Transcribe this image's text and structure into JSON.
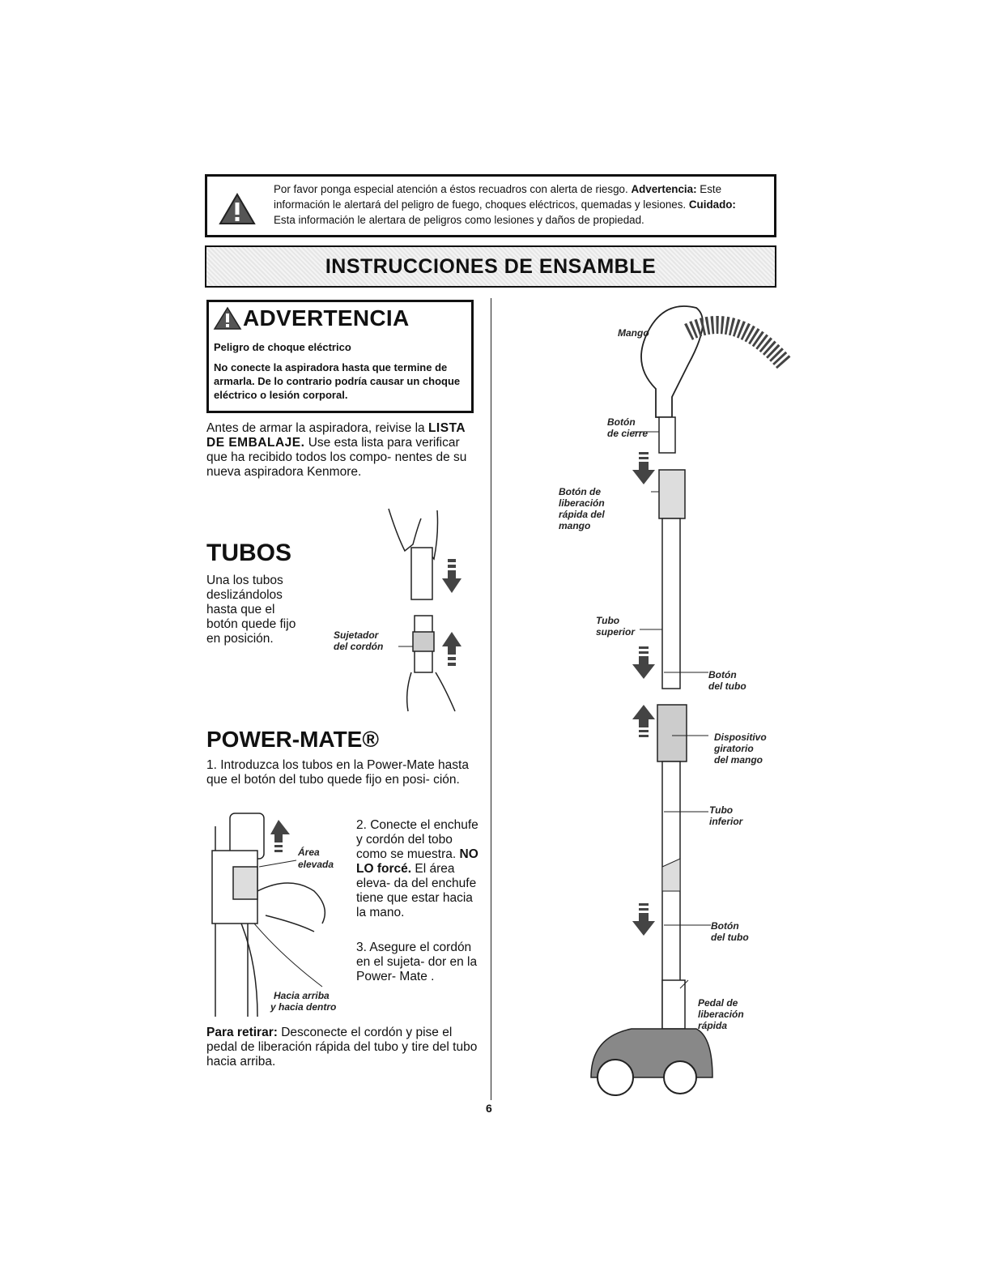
{
  "alert": {
    "line1_pre": "Por favor ponga especial atención a éstos recuadros con alerta de riesgo.",
    "line1_bold": "Advertencia:",
    "line1_post": "Este",
    "line2_pre": "información le alertará del peligro de fuego, choques eléctricos, quemadas y lesiones.",
    "line2_bold": "Cuidado:",
    "line3": "Esta información le alertara de peligros como lesiones y daños de propiedad."
  },
  "banner_title": "INSTRUCCIONES DE ENSAMBLE",
  "warning": {
    "title": "ADVERTENCIA",
    "subtitle": "Peligro de choque eléctrico",
    "body": "No conecte la aspiradora hasta que termine de armarla. De lo contrario podría causar un choque eléctrico o lesión corporal."
  },
  "intro": {
    "pre": "Antes de armar la aspiradora, reivise la",
    "bold": "LISTA DE EMBALAJE.",
    "post": "Use esta lista para verificar que ha recibido todos los compo- nentes de su nueva aspiradora Kenmore."
  },
  "tubos": {
    "heading": "TUBOS",
    "text": "Una los tubos deslizándolos hasta que el botón quede fijo en posición.",
    "label_sujetador": "Sujetador",
    "label_del_cordon": "del cordón"
  },
  "power_mate": {
    "heading": "POWER-MATE®",
    "step1": "1. Introduzca los tubos en la Power-Mate hasta que el botón del tubo quede fijo en posi- ción.",
    "step2_pre": "2. Conecte el enchufe y cordón del tobo como se muestra.",
    "step2_bold": "NO LO forcé.",
    "step2_post": "El área eleva- da del enchufe tiene que estar hacia la mano.",
    "step3": "3. Asegure el cordón en el sujeta- dor en la Power- Mate .",
    "label_area": "Área",
    "label_elevada": "elevada",
    "label_hacia_arriba": "Hacia arriba",
    "label_hacia_dentro": "y hacia dentro"
  },
  "retirar": {
    "bold": "Para retirar:",
    "text": "Desconecte el cordón y pise el pedal de liberación rápida del tubo y tire del tubo hacia arriba."
  },
  "diagram_labels": {
    "mango": "Mango",
    "boton_cierre_1": "Botón",
    "boton_cierre_2": "de cierre",
    "boton_lib_1": "Botón de",
    "boton_lib_2": "liberación",
    "boton_lib_3": "rápida del",
    "boton_lib_4": "mango",
    "tubo_sup_1": "Tubo",
    "tubo_sup_2": "superior",
    "boton_tubo_1": "Botón",
    "boton_tubo_2": "del tubo",
    "disp_1": "Dispositivo",
    "disp_2": "giratorio",
    "disp_3": "del mango",
    "tubo_inf_1": "Tubo",
    "tubo_inf_2": "inferior",
    "boton_tubo2_1": "Botón",
    "boton_tubo2_2": "del tubo",
    "pedal_1": "Pedal de",
    "pedal_2": "liberación",
    "pedal_3": "rápida"
  },
  "page_number": "6"
}
